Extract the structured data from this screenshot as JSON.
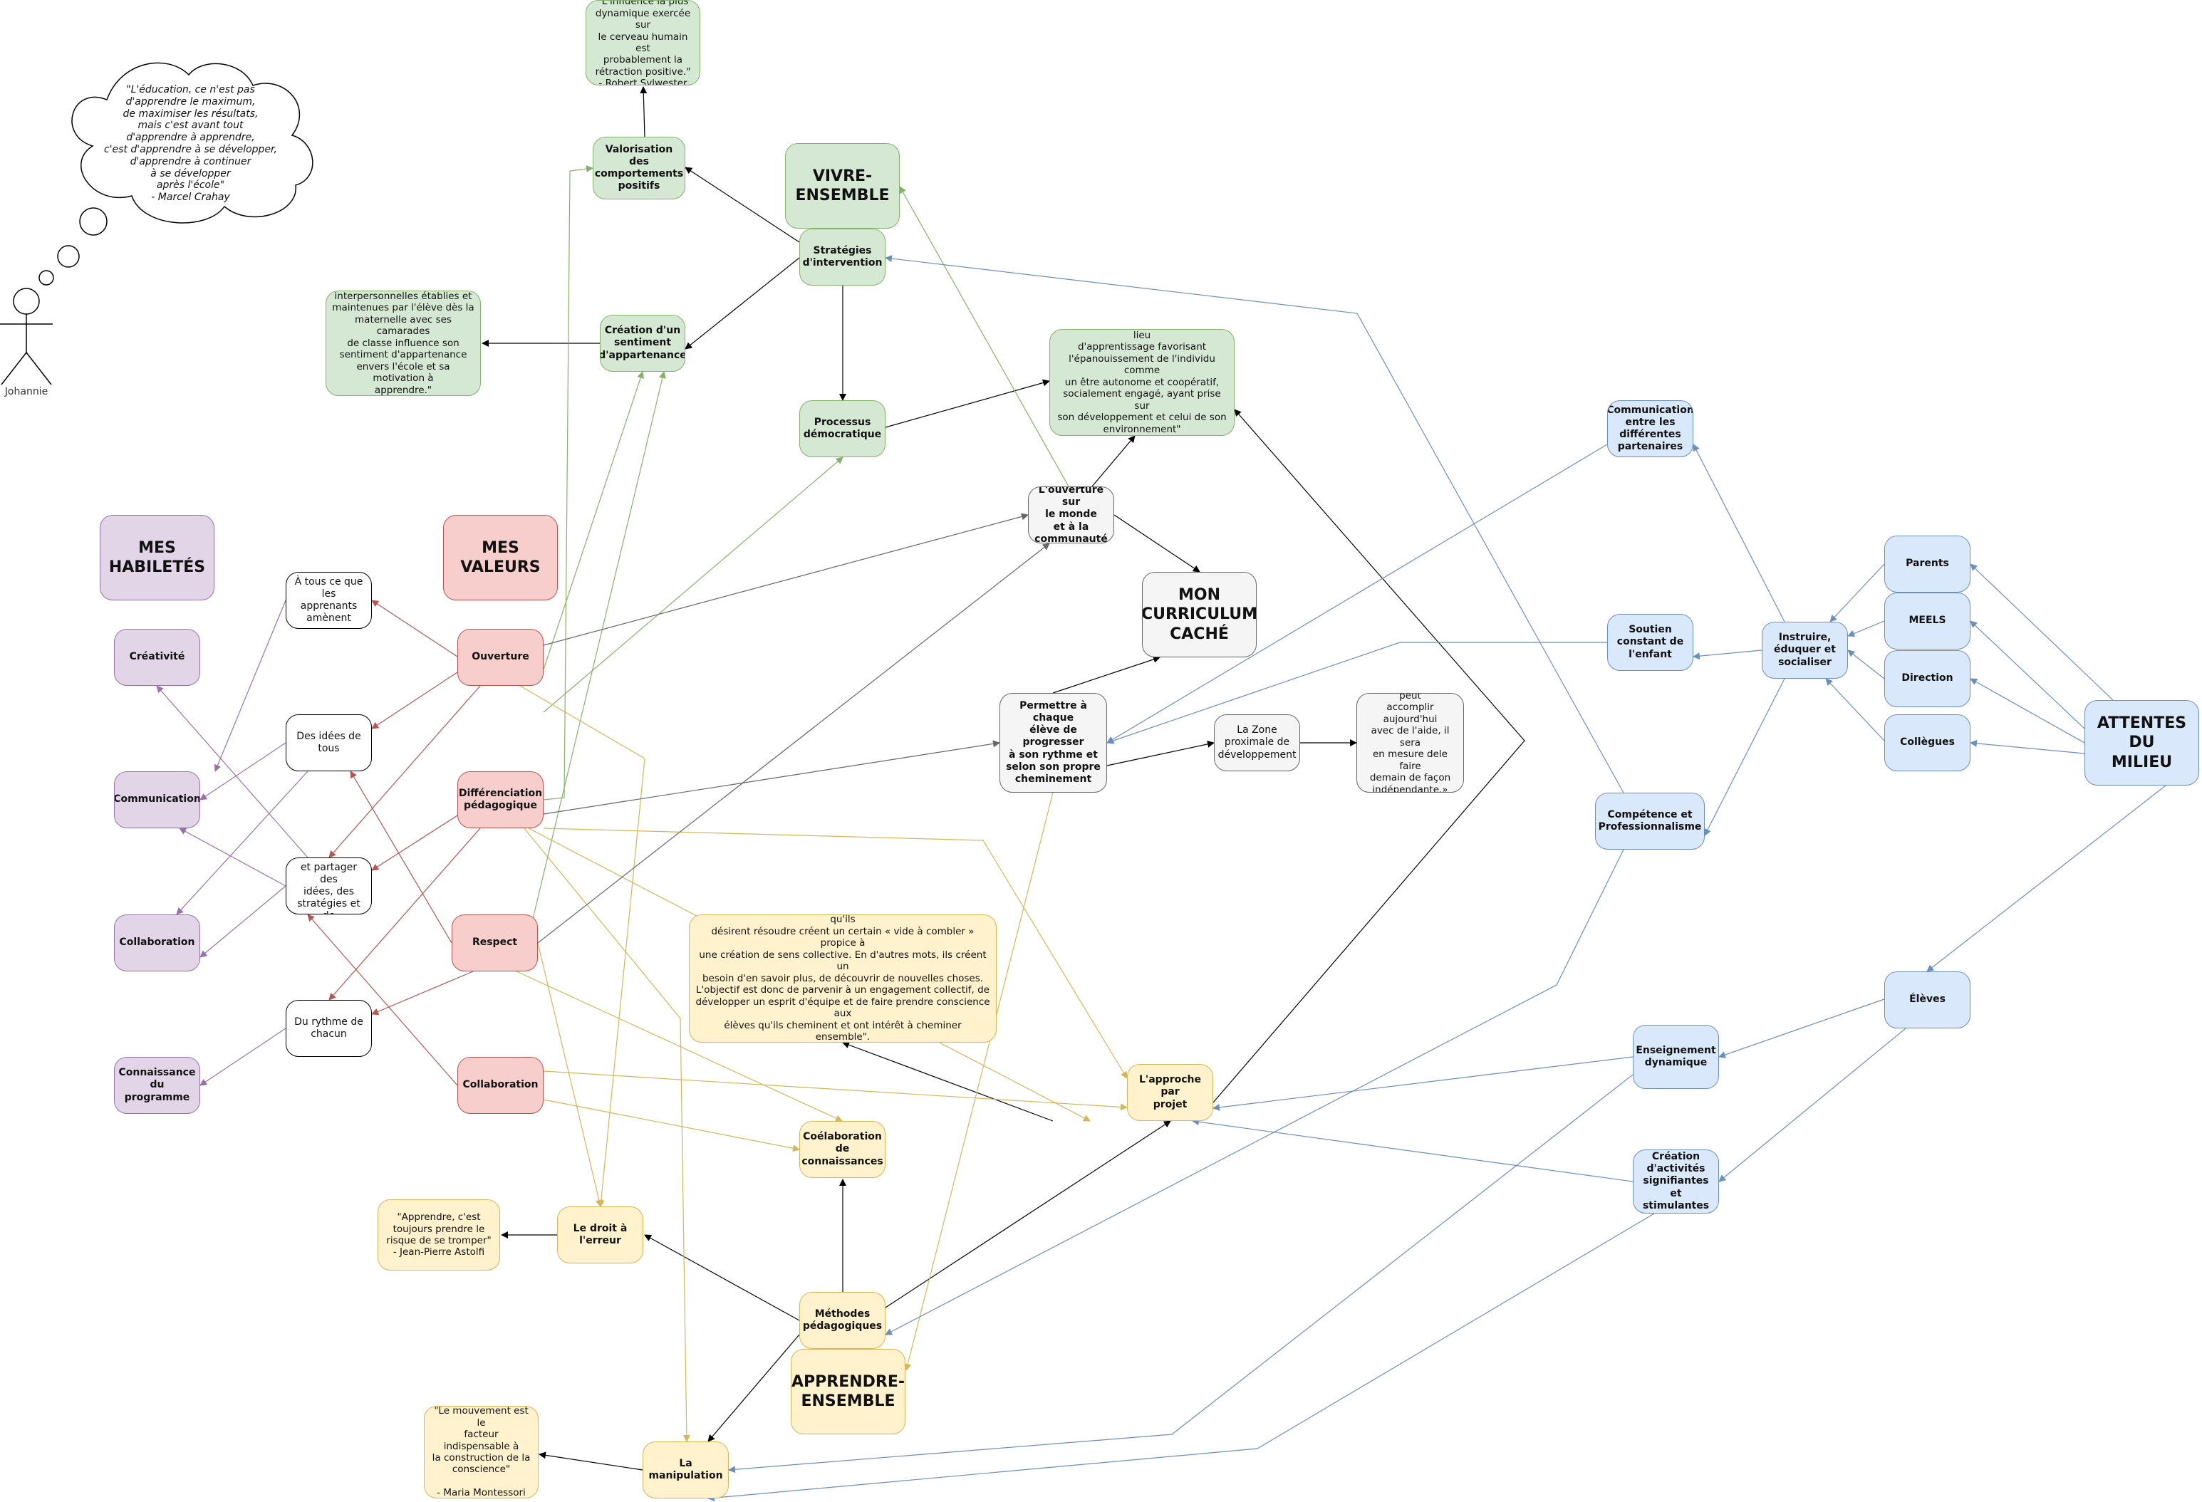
{
  "nodes": {
    "q_sylwester": {
      "text": "\"L'influence la plus\ndynamique exercée sur\nle cerveau humain est\nprobablement la\nrétraction positive.\"\n- Robert Sylwester"
    },
    "valorisation": {
      "text": "Valorisation des\ncomportements\npositifs"
    },
    "vivre": {
      "text": "VIVRE-\nENSEMBLE"
    },
    "strategies": {
      "text": "Stratégies\nd'intervention"
    },
    "q_royer": {
      "text": "\"La qualité des relations\ninterpersonnelles établies et\nmaintenues par l'élève dès la\nmaternelle avec ses camarades\nde classe influence son\nsentiment d'appartenance\nenvers l'école et sa motivation à\napprendre.\"\n-Nicole Royer"
    },
    "appartenance": {
      "text": "Création d'un\nsentiment\nd'appartenance"
    },
    "processus": {
      "text": "Processus\ndémocratique"
    },
    "q_freinet": {
      "text": "\"L'école devrait être un véritable lieu\nd'apprentissage favorisant\nl'épanouissement de l'individu comme\nun être autonome et coopératif,\nsocialement engagé, ayant prise sur\nson développement et celui de son\nenvironnement\"\n-Célestin Freinet"
    },
    "ouverture_monde": {
      "text": "L'ouverture sur\nle monde\net à la\ncommunauté"
    },
    "curriculum": {
      "text": "MON\nCURRICULUM\nCACHÉ"
    },
    "permettre": {
      "text": "Permettre à chaque\nélève de progresser\nà son rythme et\nselon son propre\ncheminement"
    },
    "zone": {
      "text": "La Zone\nproximale de\ndéveloppement"
    },
    "q_vygotski": {
      "text": "«Ce que l'enfant peut\naccomplir aujourd'hui\navec de l'aide, il sera\nen mesure dele faire\ndemain de façon\nindépendante.»\n- Vygotski"
    },
    "habiletes": {
      "text": "MES\nHABILETÉS"
    },
    "valeurs": {
      "text": "MES VALEURS"
    },
    "creativite": {
      "text": "Créativité"
    },
    "communication": {
      "text": "Communication"
    },
    "collaboration_h": {
      "text": "Collaboration"
    },
    "connaissance": {
      "text": "Connaissance\ndu programme"
    },
    "tous": {
      "text": "À tous ce que les\napprenants\namènent"
    },
    "idees": {
      "text": "Des idées de\ntous"
    },
    "demander": {
      "text": "Pour demander\net partager des\nidées, des\nstratégies et de\nconseils"
    },
    "rythme": {
      "text": "Du rythme de\nchacun"
    },
    "ouverture": {
      "text": "Ouverture"
    },
    "differenciation": {
      "text": "Différenciation\npédagogique"
    },
    "respect": {
      "text": "Respect"
    },
    "collaboration_v": {
      "text": "Collaboration"
    },
    "q_scardamalia": {
      "text": "\"Les questions que les élèves se posent et les problèmes qu'ils\ndésirent résoudre créent un certain « vide à combler » propice à\nune création de sens collective. En d'autres mots, ils créent un\nbesoin d'en savoir plus, de découvrir de nouvelles choses.\nL'objectif est donc de parvenir à un engagement collectif, de\ndévelopper un esprit d'équipe et de faire prendre conscience aux\nélèves qu'ils cheminent et ont intérêt à cheminer ensemble\".\n- Scardamalia and Bereiter"
    },
    "coelaboration": {
      "text": "Coélaboration\nde\nconnaissances"
    },
    "projet": {
      "text": "L'approche par\nprojet"
    },
    "q_astolfi": {
      "text": "\"Apprendre, c'est\ntoujours prendre le\nrisque de se tromper\"\n- Jean-Pierre Astolfi"
    },
    "droit": {
      "text": "Le droit à\nl'erreur"
    },
    "methodes": {
      "text": "Méthodes\npédagogiques"
    },
    "apprendre": {
      "text": "APPRENDRE-\nENSEMBLE"
    },
    "q_montessori": {
      "text": "\"Le mouvement est le\nfacteur indispensable à\nla construction de la\nconscience\"\n\n- Maria Montessori"
    },
    "manipulation": {
      "text": "La\nmanipulation"
    },
    "comm_part": {
      "text": "Communication\nentre les\ndifférentes\npartenaires"
    },
    "parents": {
      "text": "Parents"
    },
    "meels": {
      "text": "MEELS"
    },
    "direction": {
      "text": "Direction"
    },
    "collegues": {
      "text": "Collègues"
    },
    "soutien": {
      "text": "Soutien\nconstant de\nl'enfant"
    },
    "instruire": {
      "text": "Instruire,\néduquer et\nsocialiser"
    },
    "attentes": {
      "text": "ATTENTES DU\nMILIEU"
    },
    "competence": {
      "text": "Compétence et\nProfessionnalisme"
    },
    "eleves": {
      "text": "Élèves"
    },
    "enseignement": {
      "text": "Enseignement\ndynamique"
    },
    "creation_act": {
      "text": "Création\nd'activités\nsignifiantes et\nstimulantes"
    }
  },
  "thought": {
    "text": "\"L'éducation, ce n'est pas\nd'apprendre le maximum,\nde maximiser les résultats,\nmais c'est avant tout\nd'apprendre à apprendre,\nc'est d'apprendre à se développer,\nd'apprendre à continuer\nà se développer\naprès l'école\"\n- Marcel Crahay"
  },
  "actor": {
    "name": "Johannie"
  },
  "colors": {
    "black": "#000000",
    "green": "#82b366",
    "red": "#b85450",
    "purple": "#9673a6",
    "blue": "#6c8ebf",
    "yellow": "#d6b656",
    "gray": "#666666"
  }
}
